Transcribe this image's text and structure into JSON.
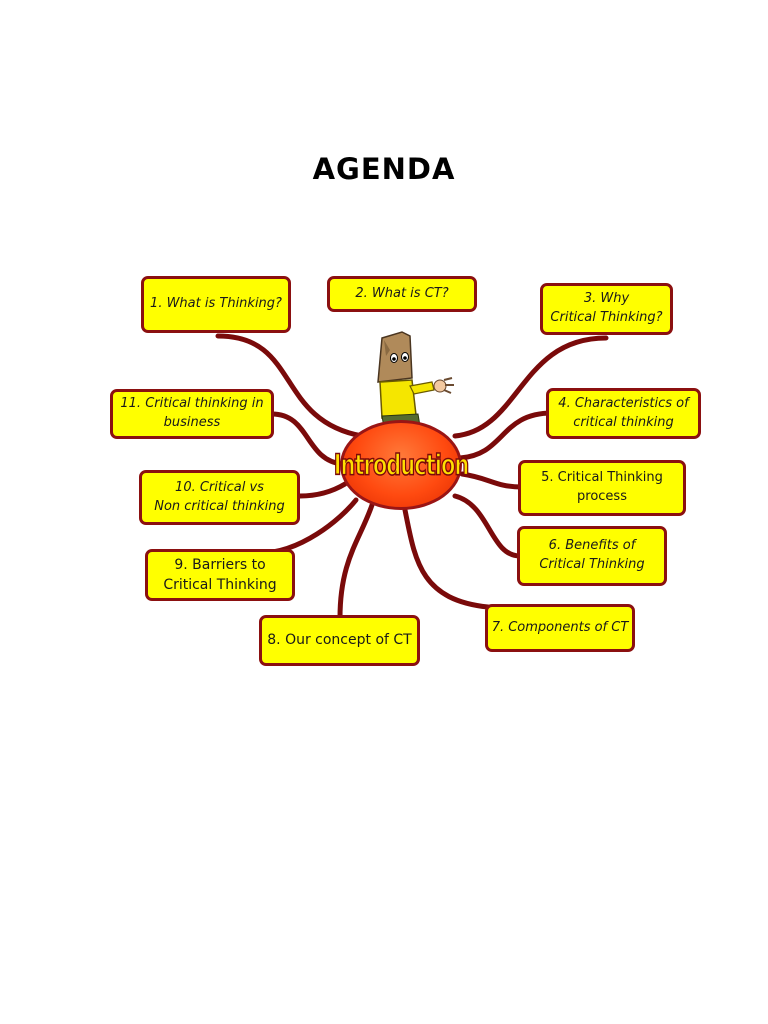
{
  "page": {
    "title": "AGENDA"
  },
  "center": {
    "label": "Introduction"
  },
  "topics": [
    {
      "id": "t1",
      "label": "1. What is Thinking?"
    },
    {
      "id": "t2",
      "label": "2. What is CT?"
    },
    {
      "id": "t3",
      "label": "3. Why\nCritical Thinking?"
    },
    {
      "id": "t4",
      "label": "4. Characteristics of\ncritical thinking"
    },
    {
      "id": "t5",
      "label": "5. Critical Thinking\nprocess"
    },
    {
      "id": "t6",
      "label": "6. Benefits of\nCritical Thinking"
    },
    {
      "id": "t7",
      "label": "7.  Components of CT"
    },
    {
      "id": "t8",
      "label": "8. Our concept of CT"
    },
    {
      "id": "t9",
      "label": "9. Barriers to\nCritical Thinking"
    },
    {
      "id": "t10",
      "label": "10. Critical vs\nNon critical thinking"
    },
    {
      "id": "t11",
      "label": "11. Critical thinking in\nbusiness"
    }
  ],
  "colors": {
    "box_fill": "#ffff00",
    "box_border": "#8b1010",
    "connector": "#7a0a0a",
    "center_fill": "#ff4a10",
    "center_text": "#ffe000"
  },
  "icons": {
    "figure": "person-with-paper-bag-head-icon"
  }
}
